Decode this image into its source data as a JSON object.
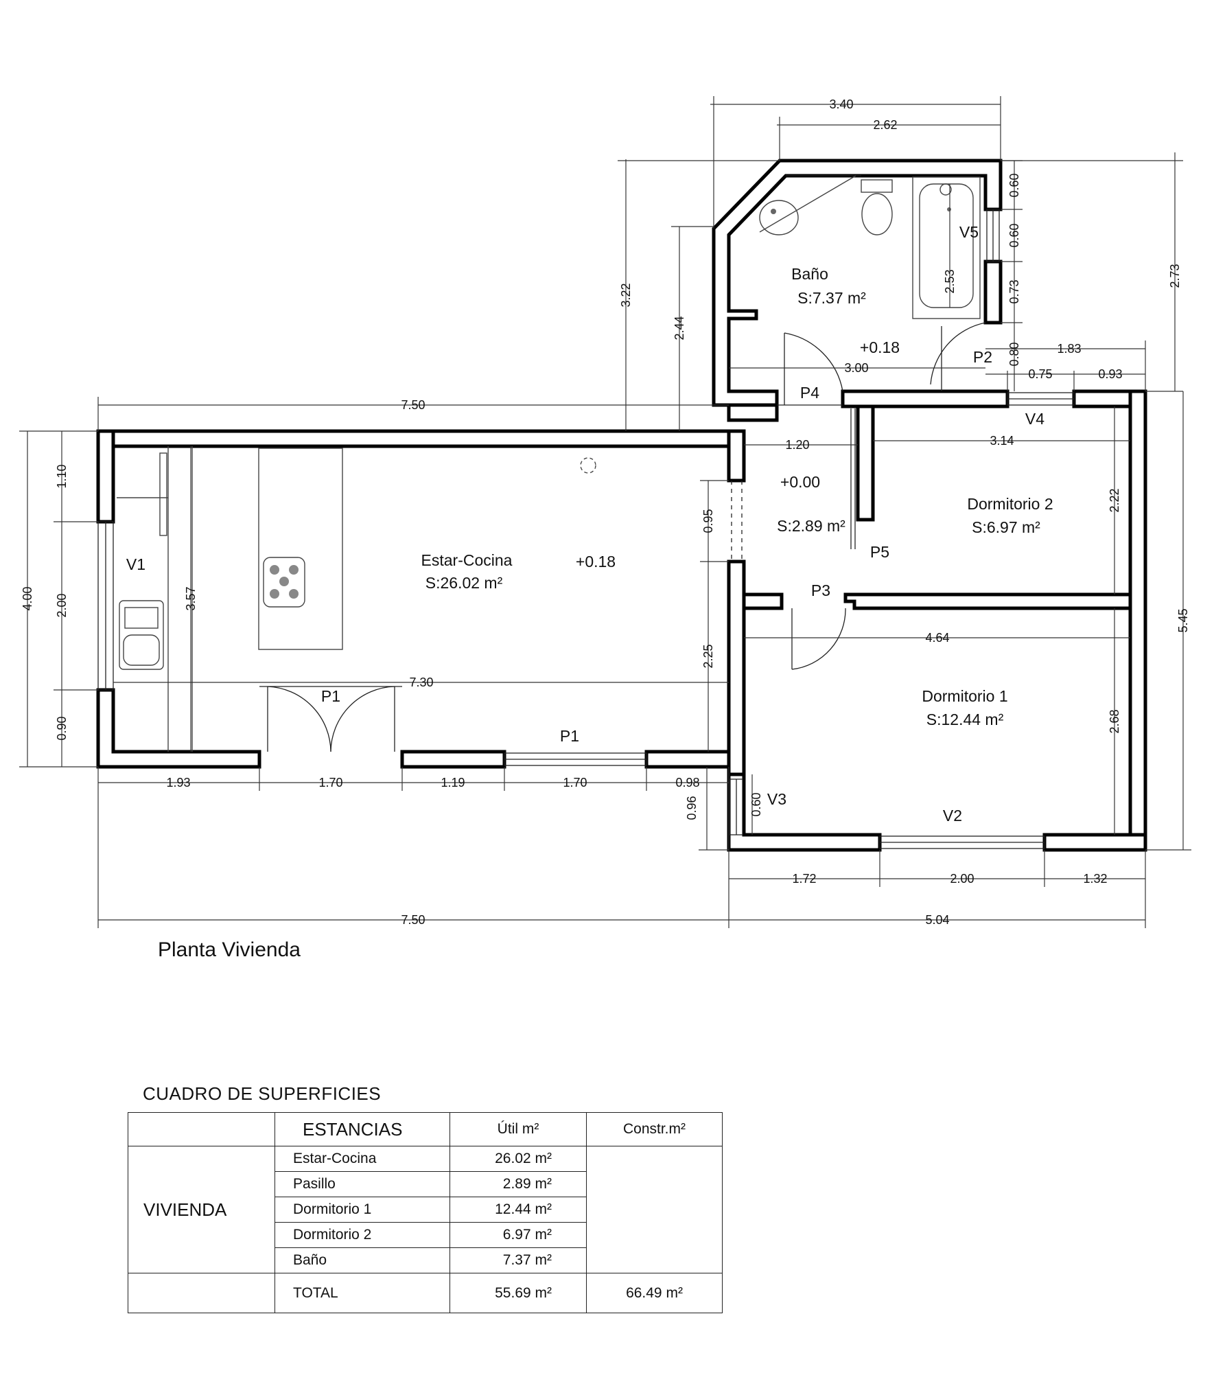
{
  "plan": {
    "title": "Planta Vivienda",
    "rooms": {
      "estar": {
        "name": "Estar-Cocina",
        "area": "S:26.02 m²",
        "level": "+0.18"
      },
      "bano": {
        "name": "Baño",
        "area": "S:7.37 m²",
        "level": "+0.18"
      },
      "pasillo": {
        "area": "S:2.89 m²",
        "level": "+0.00"
      },
      "dorm2": {
        "name": "Dormitorio 2",
        "area": "S:6.97 m²"
      },
      "dorm1": {
        "name": "Dormitorio 1",
        "area": "S:12.44 m²"
      }
    },
    "openings": {
      "v1": "V1",
      "v2": "V2",
      "v3": "V3",
      "v4": "V4",
      "v5": "V5",
      "p1a": "P1",
      "p1b": "P1",
      "p2": "P2",
      "p3": "P3",
      "p4": "P4",
      "p5": "P5"
    },
    "dimensions": {
      "top_340": "3.40",
      "top_262": "2.62",
      "bano_322": "3.22",
      "bano_244": "2.44",
      "bano_253": "2.53",
      "bano_300": "3.00",
      "right_060a": "0.60",
      "right_060b": "0.60",
      "right_073": "0.73",
      "right_080": "0.80",
      "right_273": "2.73",
      "right_183": "1.83",
      "right_075": "0.75",
      "right_093": "0.93",
      "top_750": "7.50",
      "left_110": "1.10",
      "left_200": "2.00",
      "left_090": "0.90",
      "left_400": "4.00",
      "cocina_357": "3.57",
      "cocina_730": "7.30",
      "pas_120": "1.20",
      "pas_095": "0.95",
      "pas_225": "2.25",
      "d2_314": "3.14",
      "d2_222": "2.22",
      "d1_464": "4.64",
      "d1_268": "2.68",
      "right_545": "5.45",
      "bot_193": "1.93",
      "bot_170a": "1.70",
      "bot_119": "1.19",
      "bot_170b": "1.70",
      "bot_098": "0.98",
      "v3_096": "0.96",
      "v3_060": "0.60",
      "bot_172": "1.72",
      "bot_200": "2.00",
      "bot_132": "1.32",
      "bot_750": "7.50",
      "bot_504": "5.04"
    }
  },
  "table": {
    "title": "CUADRO DE SUPERFICIES",
    "headers": {
      "estancias": "ESTANCIAS",
      "util": "Útil m²",
      "constr": "Constr.m²"
    },
    "group": "VIVIENDA",
    "rows": [
      {
        "name": "Estar-Cocina",
        "util": "26.02 m²"
      },
      {
        "name": "Pasillo",
        "util": "2.89 m²"
      },
      {
        "name": "Dormitorio 1",
        "util": "12.44 m²"
      },
      {
        "name": "Dormitorio 2",
        "util": "6.97 m²"
      },
      {
        "name": "Baño",
        "util": "7.37 m²"
      }
    ],
    "total": {
      "label": "TOTAL",
      "util": "55.69 m²",
      "constr": "66.49 m²"
    }
  }
}
